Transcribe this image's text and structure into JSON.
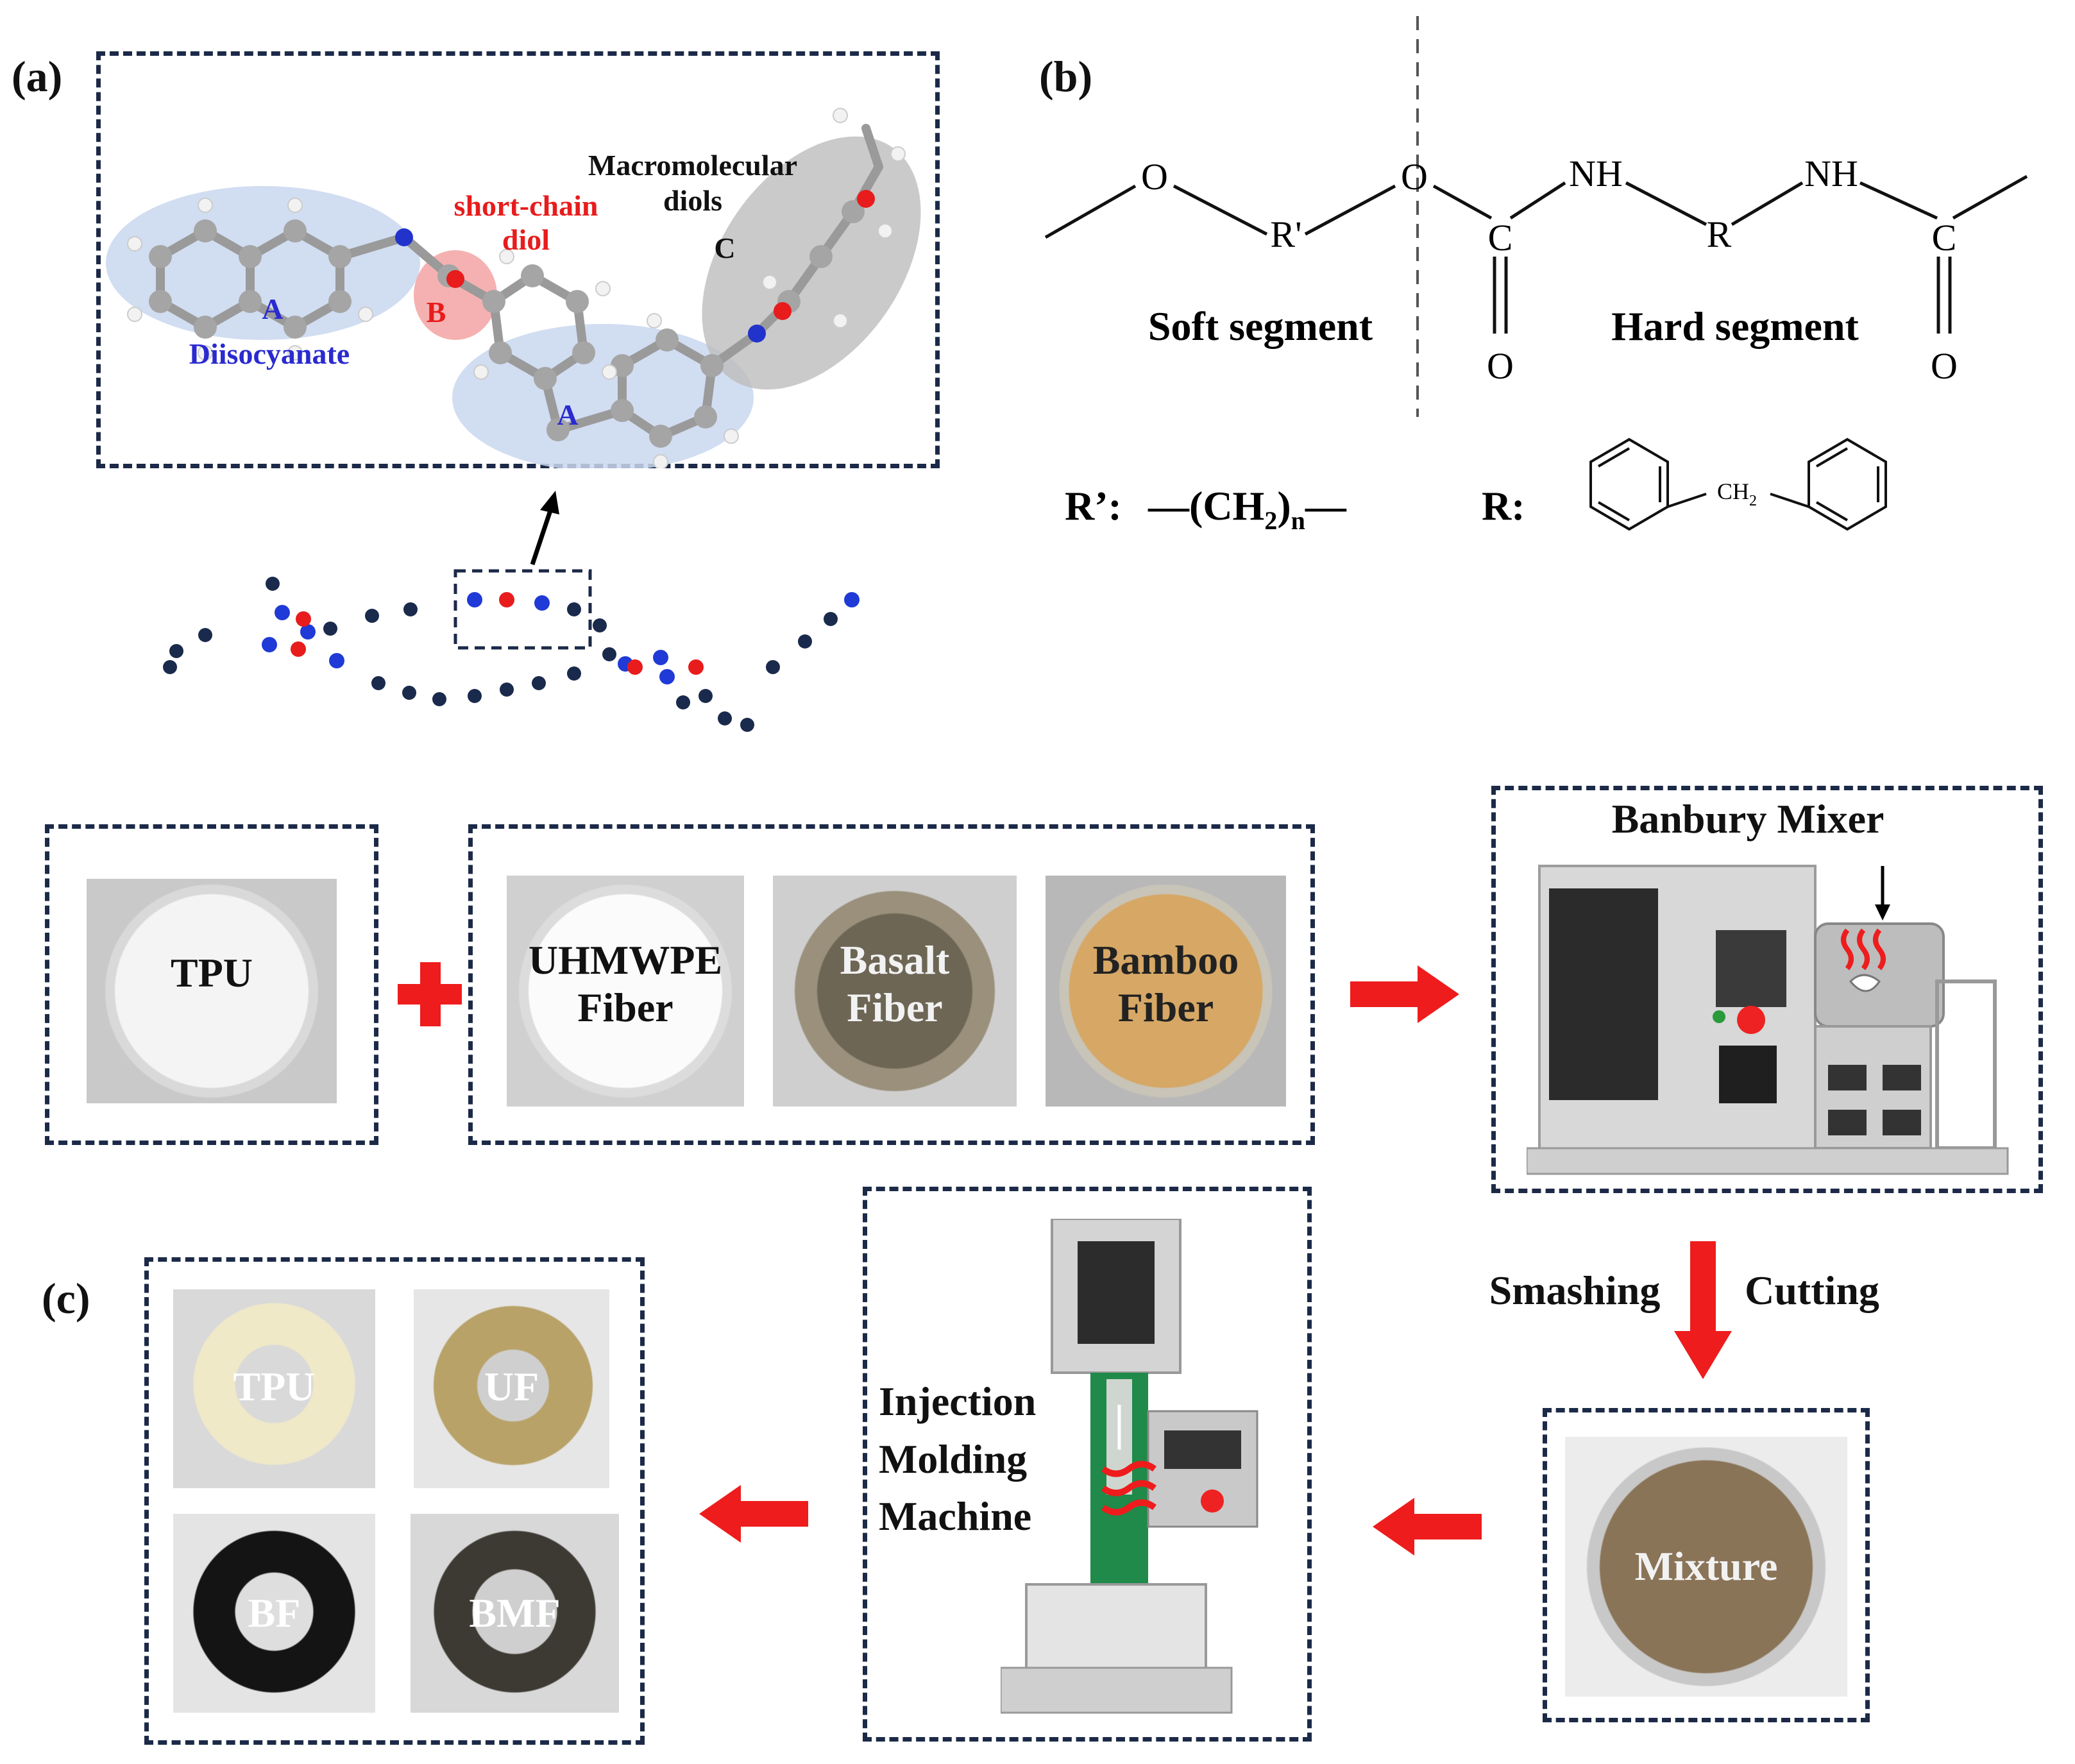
{
  "panels": {
    "a": "(a)",
    "b": "(b)",
    "c": "(c)"
  },
  "molecule": {
    "short_chain_line1": "short-chain",
    "short_chain_line2": "diol",
    "macro_line1": "Macromolecular",
    "macro_line2": "diols",
    "label_A": "A",
    "label_B": "B",
    "label_C": "C",
    "diisocyanate": "Diisocyanate"
  },
  "structure": {
    "O": "O",
    "NH": "NH",
    "C": "C",
    "R": "R",
    "R_prime": "R'",
    "soft_segment": "Soft segment",
    "hard_segment": "Hard segment",
    "r_prime_label": "R’:",
    "r_prime_formula_pre": "—(CH",
    "r_prime_formula_sub": "2",
    "r_prime_formula_close": ")",
    "r_prime_formula_n": "n",
    "r_prime_formula_post": "—",
    "r_label": "R:",
    "ch2": "CH",
    "ch2_sub": "2"
  },
  "process": {
    "tpu": "TPU",
    "uhmwpe_line1": "UHMWPE",
    "uhmwpe_line2": "Fiber",
    "basalt_line1": "Basalt",
    "basalt_line2": "Fiber",
    "bamboo_line1": "Bamboo",
    "bamboo_line2": "Fiber",
    "banbury": "Banbury Mixer",
    "smashing": "Smashing",
    "cutting": "Cutting",
    "mixture": "Mixture",
    "injection_line1": "Injection",
    "injection_line2": "Molding",
    "injection_line3": "Machine",
    "sample_tpu": "TPU",
    "sample_uf": "UF",
    "sample_bf": "BF",
    "sample_bmf": "BMF"
  },
  "colors": {
    "arrow_red": "#ee1c1c",
    "dash_navy": "#1c2a48",
    "hard_blue": "#2233cc",
    "diol_red": "#e81c1c",
    "label_blue": "#2a2ad0"
  }
}
